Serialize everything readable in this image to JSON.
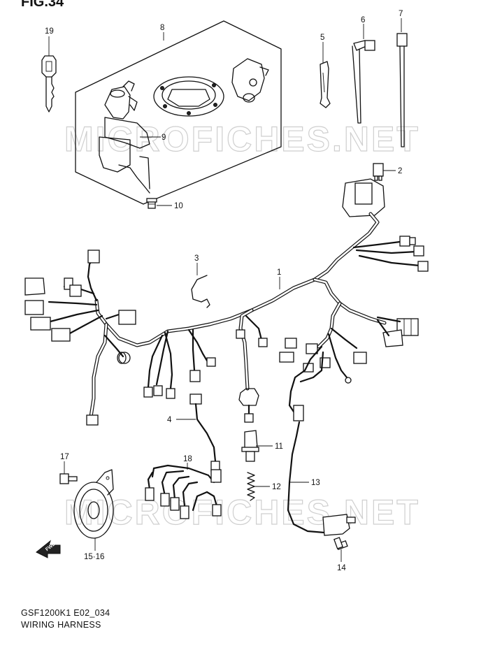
{
  "figure": {
    "title": "FIG.34"
  },
  "watermark": "MICROFICHES.NET",
  "captions": {
    "code": "GSF1200K1 E02_034",
    "name": "WIRING HARNESS"
  },
  "callouts": {
    "c1": "1",
    "c2": "2",
    "c3": "3",
    "c4": "4",
    "c5": "5",
    "c6": "6",
    "c7": "7",
    "c8": "8",
    "c9": "9",
    "c10": "10",
    "c11": "11",
    "c12": "12",
    "c13": "13",
    "c14": "14",
    "c1516": "15·16",
    "c17": "17",
    "c18": "18",
    "c19": "19"
  },
  "fwd_marker": "FWD"
}
